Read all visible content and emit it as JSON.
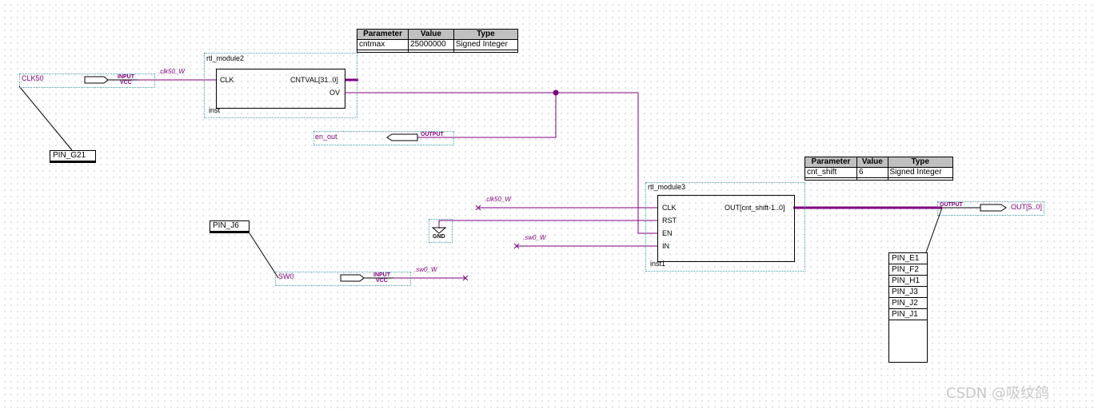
{
  "module2": {
    "name": "rtl_module2",
    "inst": "inst",
    "port_clk": "CLK",
    "port_cntval": "CNTVAL[31..0]",
    "port_ov": "OV",
    "params": {
      "headers": [
        "Parameter",
        "Value",
        "Type"
      ],
      "rows": [
        [
          "cntmax",
          "25000000",
          "Signed Integer"
        ]
      ]
    }
  },
  "module3": {
    "name": "rtl_module3",
    "inst": "inst1",
    "port_clk": "CLK",
    "port_rst": "RST",
    "port_en": "EN",
    "port_in": "IN",
    "port_out": "OUT[cnt_shift-1..0]",
    "params": {
      "headers": [
        "Parameter",
        "Value",
        "Type"
      ],
      "rows": [
        [
          "cnt_shift",
          "6",
          "Signed Integer"
        ]
      ]
    }
  },
  "inputs": {
    "clk": {
      "name": "CLK50",
      "type": "INPUT",
      "default": "VCC",
      "net": ".clk50_W"
    },
    "sw": {
      "name": "SW0",
      "type": "INPUT",
      "default": "VCC",
      "net": ".sw0_W"
    }
  },
  "outputs": {
    "en": {
      "name": "en_out",
      "type": "OUTPUT"
    },
    "out": {
      "name": "OUT[5..0]",
      "type": "OUTPUT"
    }
  },
  "nets": {
    "clk_m3": ".clk50_W",
    "sw_m3": ".sw0_W"
  },
  "gnd": "GND",
  "pins": {
    "clk": "PIN_G21",
    "sw": "PIN_J6",
    "out": [
      "PIN_E1",
      "PIN_F2",
      "PIN_H1",
      "PIN_J3",
      "PIN_J2",
      "PIN_J1"
    ]
  },
  "watermark": "CSDN @吸纹鸽",
  "colors": {
    "wire": "#800080",
    "bus": "#800080",
    "border": "#4aa0b0"
  }
}
